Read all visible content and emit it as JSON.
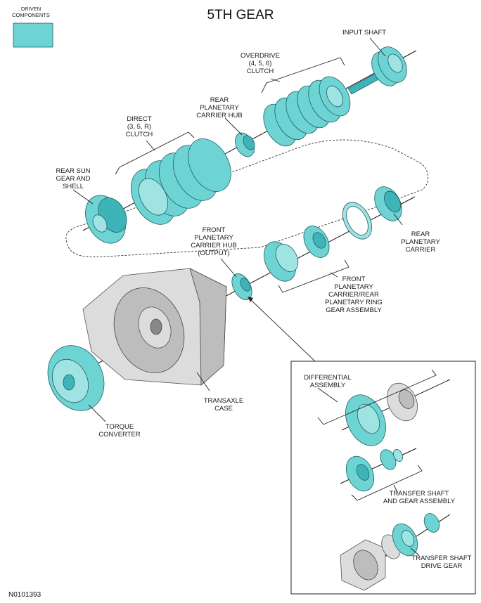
{
  "title": "5TH GEAR",
  "legend": {
    "label_line1": "DRIVEN",
    "label_line2": "COMPONENTS",
    "swatch_color": "#6ed3d3"
  },
  "figure_id": "N0101393",
  "colors": {
    "driven": "#6ed3d3",
    "case": "#dcdcdc",
    "outline": "#1f5f63"
  },
  "labels": {
    "input_shaft": [
      "INPUT SHAFT"
    ],
    "overdrive_clutch": [
      "OVERDRIVE",
      "(4, 5, 6)",
      "CLUTCH"
    ],
    "rear_planetary_carrier_hub": [
      "REAR",
      "PLANETARY",
      "CARRIER HUB"
    ],
    "direct_clutch": [
      "DIRECT",
      "(3, 5, R)",
      "CLUTCH"
    ],
    "rear_sun_gear": [
      "REAR SUN",
      "GEAR AND",
      "SHELL"
    ],
    "rear_planetary_carrier": [
      "REAR",
      "PLANETARY",
      "CARRIER"
    ],
    "front_planetary_carrier_hub": [
      "FRONT",
      "PLANETARY",
      "CARRIER HUB",
      "(OUTPUT)"
    ],
    "front_planetary_assembly": [
      "FRONT",
      "PLANETARY",
      "CARRIER/REAR",
      "PLANETARY RING",
      "GEAR ASSEMBLY"
    ],
    "transaxle_case": [
      "TRANSAXLE",
      "CASE"
    ],
    "torque_converter": [
      "TORQUE",
      "CONVERTER"
    ],
    "differential_assembly": [
      "DIFFERENTIAL",
      "ASSEMBLY"
    ],
    "transfer_shaft_gear": [
      "TRANSFER SHAFT",
      "AND GEAR ASSEMBLY"
    ],
    "transfer_shaft_drive_gear": [
      "TRANSFER SHAFT",
      "DRIVE GEAR"
    ]
  }
}
